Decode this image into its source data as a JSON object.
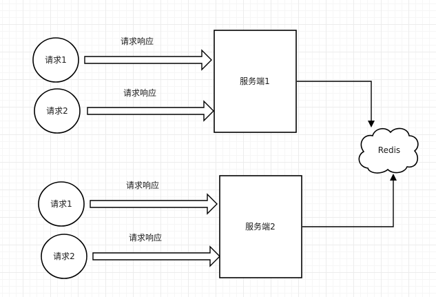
{
  "colors": {
    "stroke": "#000000",
    "fill": "#ffffff",
    "grid": "#ececec",
    "text": "#1a1a1a"
  },
  "diagram": {
    "requests": {
      "req1_top": "请求1",
      "req2_top": "请求2",
      "req1_bottom": "请求1",
      "req2_bottom": "请求2"
    },
    "arrow_labels": {
      "a1": "请求响应",
      "a2": "请求响应",
      "a3": "请求响应",
      "a4": "请求响应"
    },
    "servers": {
      "server1": "服务端1",
      "server2": "服务端2"
    },
    "store": {
      "redis": "Redis"
    }
  }
}
